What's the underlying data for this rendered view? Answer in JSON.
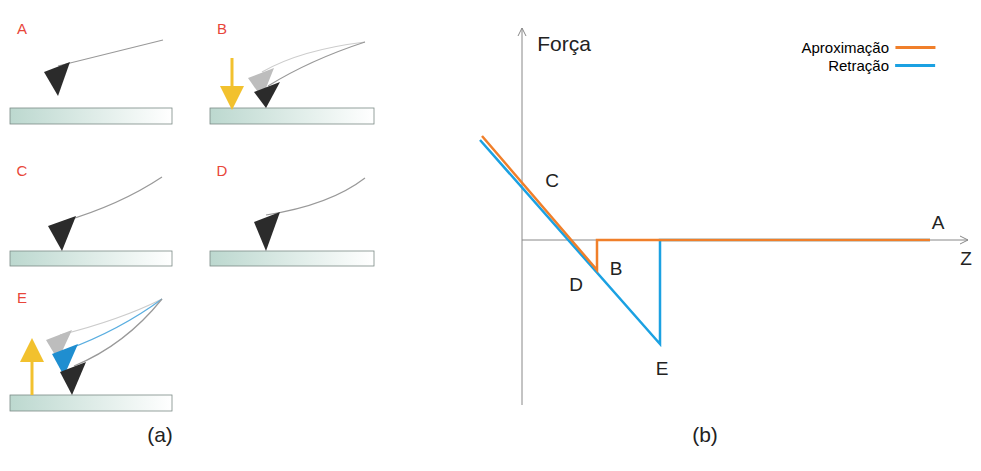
{
  "diagram": {
    "labels": [
      "A",
      "B",
      "C",
      "D",
      "E",
      "Força",
      "Z",
      "C",
      "B",
      "D",
      "E",
      "A",
      "(a)",
      "(b)"
    ],
    "legend": [
      {
        "text": "Aproximação",
        "color": "#f07f2a"
      },
      {
        "text": "Retração",
        "color": "#1ba1e2"
      }
    ]
  }
}
